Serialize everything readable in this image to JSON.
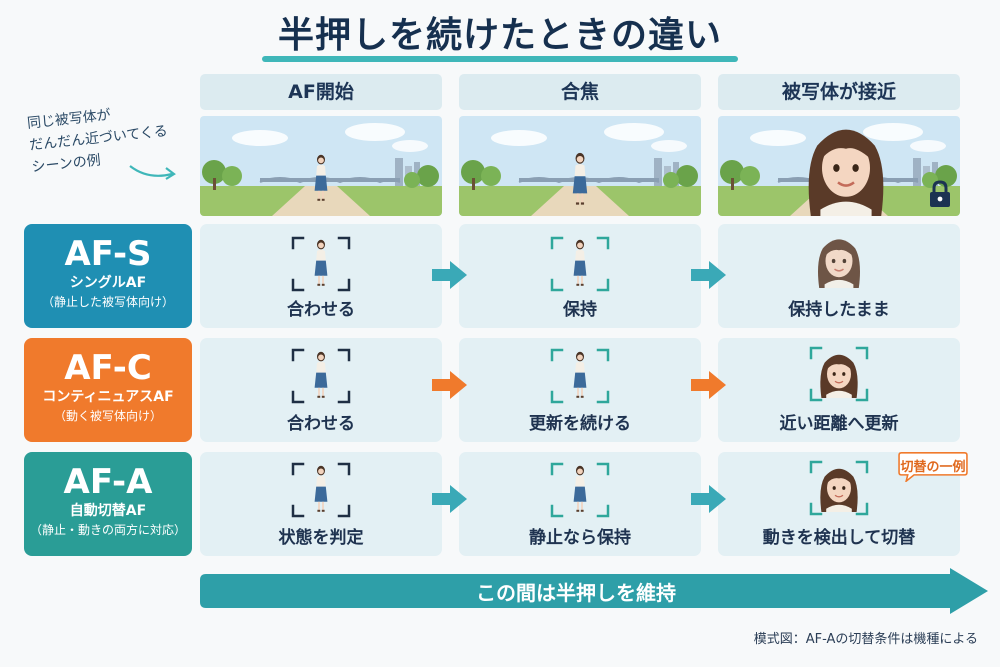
{
  "title": "半押しを続けたときの違い",
  "columns": [
    "AF開始",
    "合焦",
    "被写体が接近"
  ],
  "scene_note": [
    "同じ被写体が",
    "だんだん近づいてくる",
    "シーンの例"
  ],
  "modes": [
    {
      "name": "AF-S",
      "subtitle": "シングルAF",
      "note": "（静止した被写体向け）",
      "color": "#1f8fb3",
      "cells": [
        "合わせる",
        "保持",
        "保持したまま"
      ]
    },
    {
      "name": "AF-C",
      "subtitle": "コンティニュアスAF",
      "note": "（動く被写体向け）",
      "color": "#f07a2c",
      "cells": [
        "合わせる",
        "更新を続ける",
        "近い距離へ更新"
      ]
    },
    {
      "name": "AF-A",
      "subtitle": "自動切替AF",
      "note": "（静止・動きの両方に対応）",
      "color": "#2a9d96",
      "cells": [
        "状態を判定",
        "静止なら保持",
        "動きを検出して切替"
      ]
    }
  ],
  "callout": "切替の一例",
  "hold_bar": "この間は半押しを維持",
  "footnote": "模式図：AF-Aの切替条件は機種による",
  "icons": {
    "lock": "lock-icon",
    "arrow": "arrow-right-icon"
  },
  "colors": {
    "accent": "#3fb7b9",
    "teal_arrow": "#3aa9b7",
    "orange_arrow": "#f07a2c",
    "hold_bar": "#2e9fa8"
  }
}
